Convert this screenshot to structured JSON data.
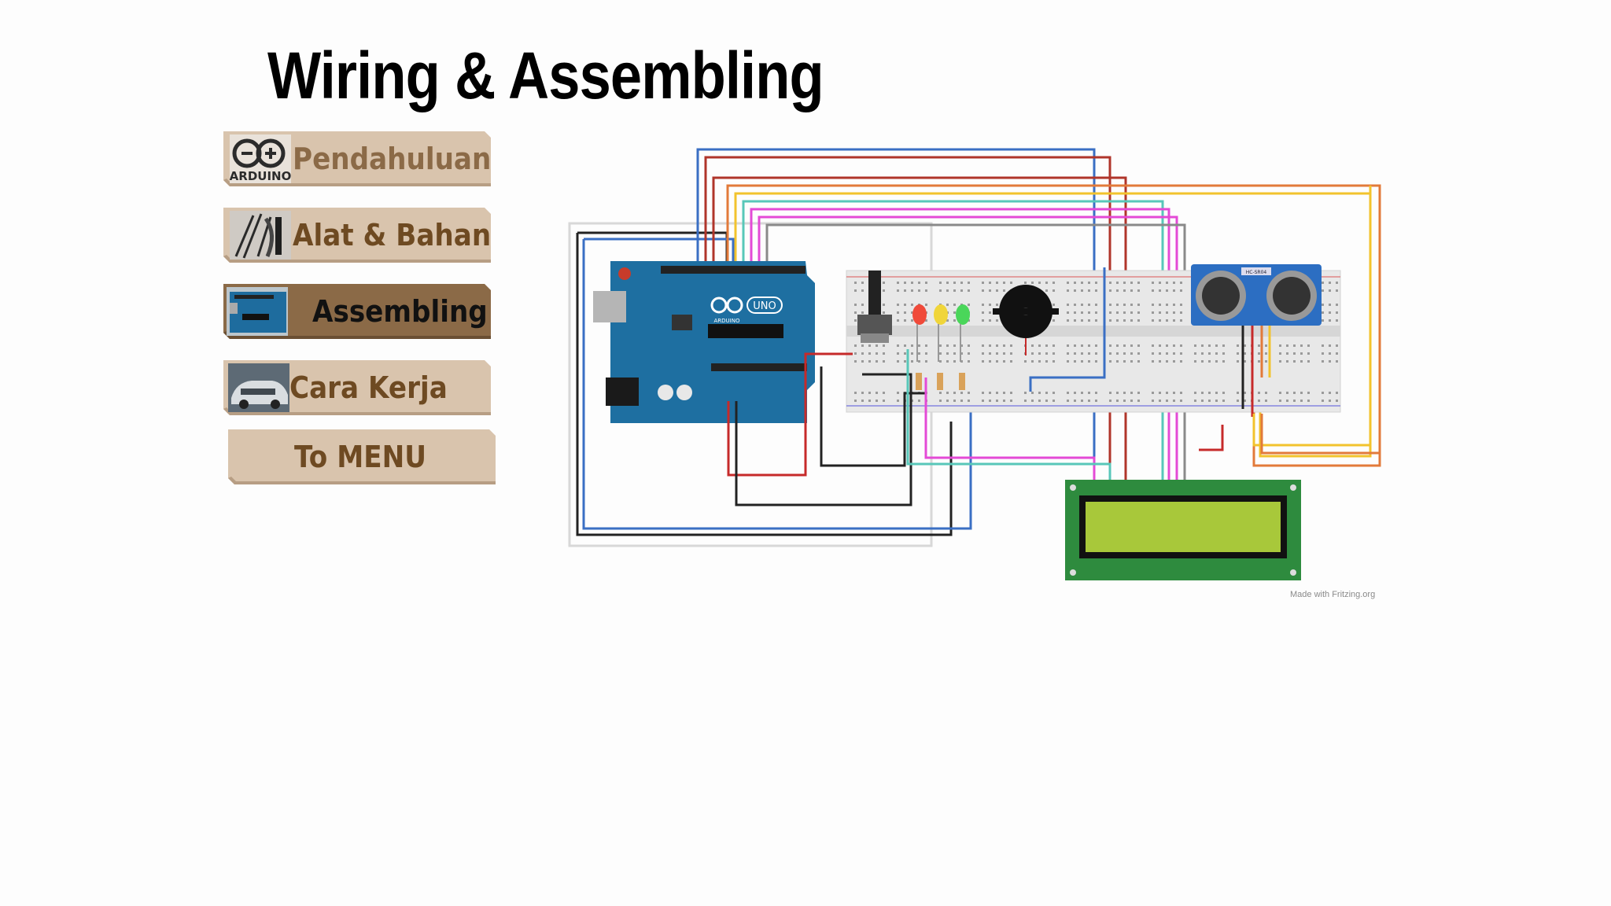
{
  "slide": {
    "title": "Wiring & Assembling"
  },
  "nav": {
    "items": [
      {
        "label": "Pendahuluan",
        "icon": "arduino-logo-icon",
        "active": false
      },
      {
        "label": "Alat & Bahan",
        "icon": "tools-photo-icon",
        "active": false
      },
      {
        "label": "Assembling",
        "icon": "arduino-board-photo-icon",
        "active": true
      },
      {
        "label": "Cara Kerja",
        "icon": "car-photo-icon",
        "active": false
      }
    ],
    "menu_label": "To MENU"
  },
  "diagram": {
    "board_label": "UNO",
    "brand_label": "ARDUINO",
    "sensor_label": "HC-SR04",
    "credit": "Made with Fritzing.org"
  },
  "colors": {
    "button_fill": "#dcc8b2",
    "button_active_fill": "#8b6a47",
    "button_text": "#6e4a22",
    "active_text": "#1a1a1a"
  }
}
